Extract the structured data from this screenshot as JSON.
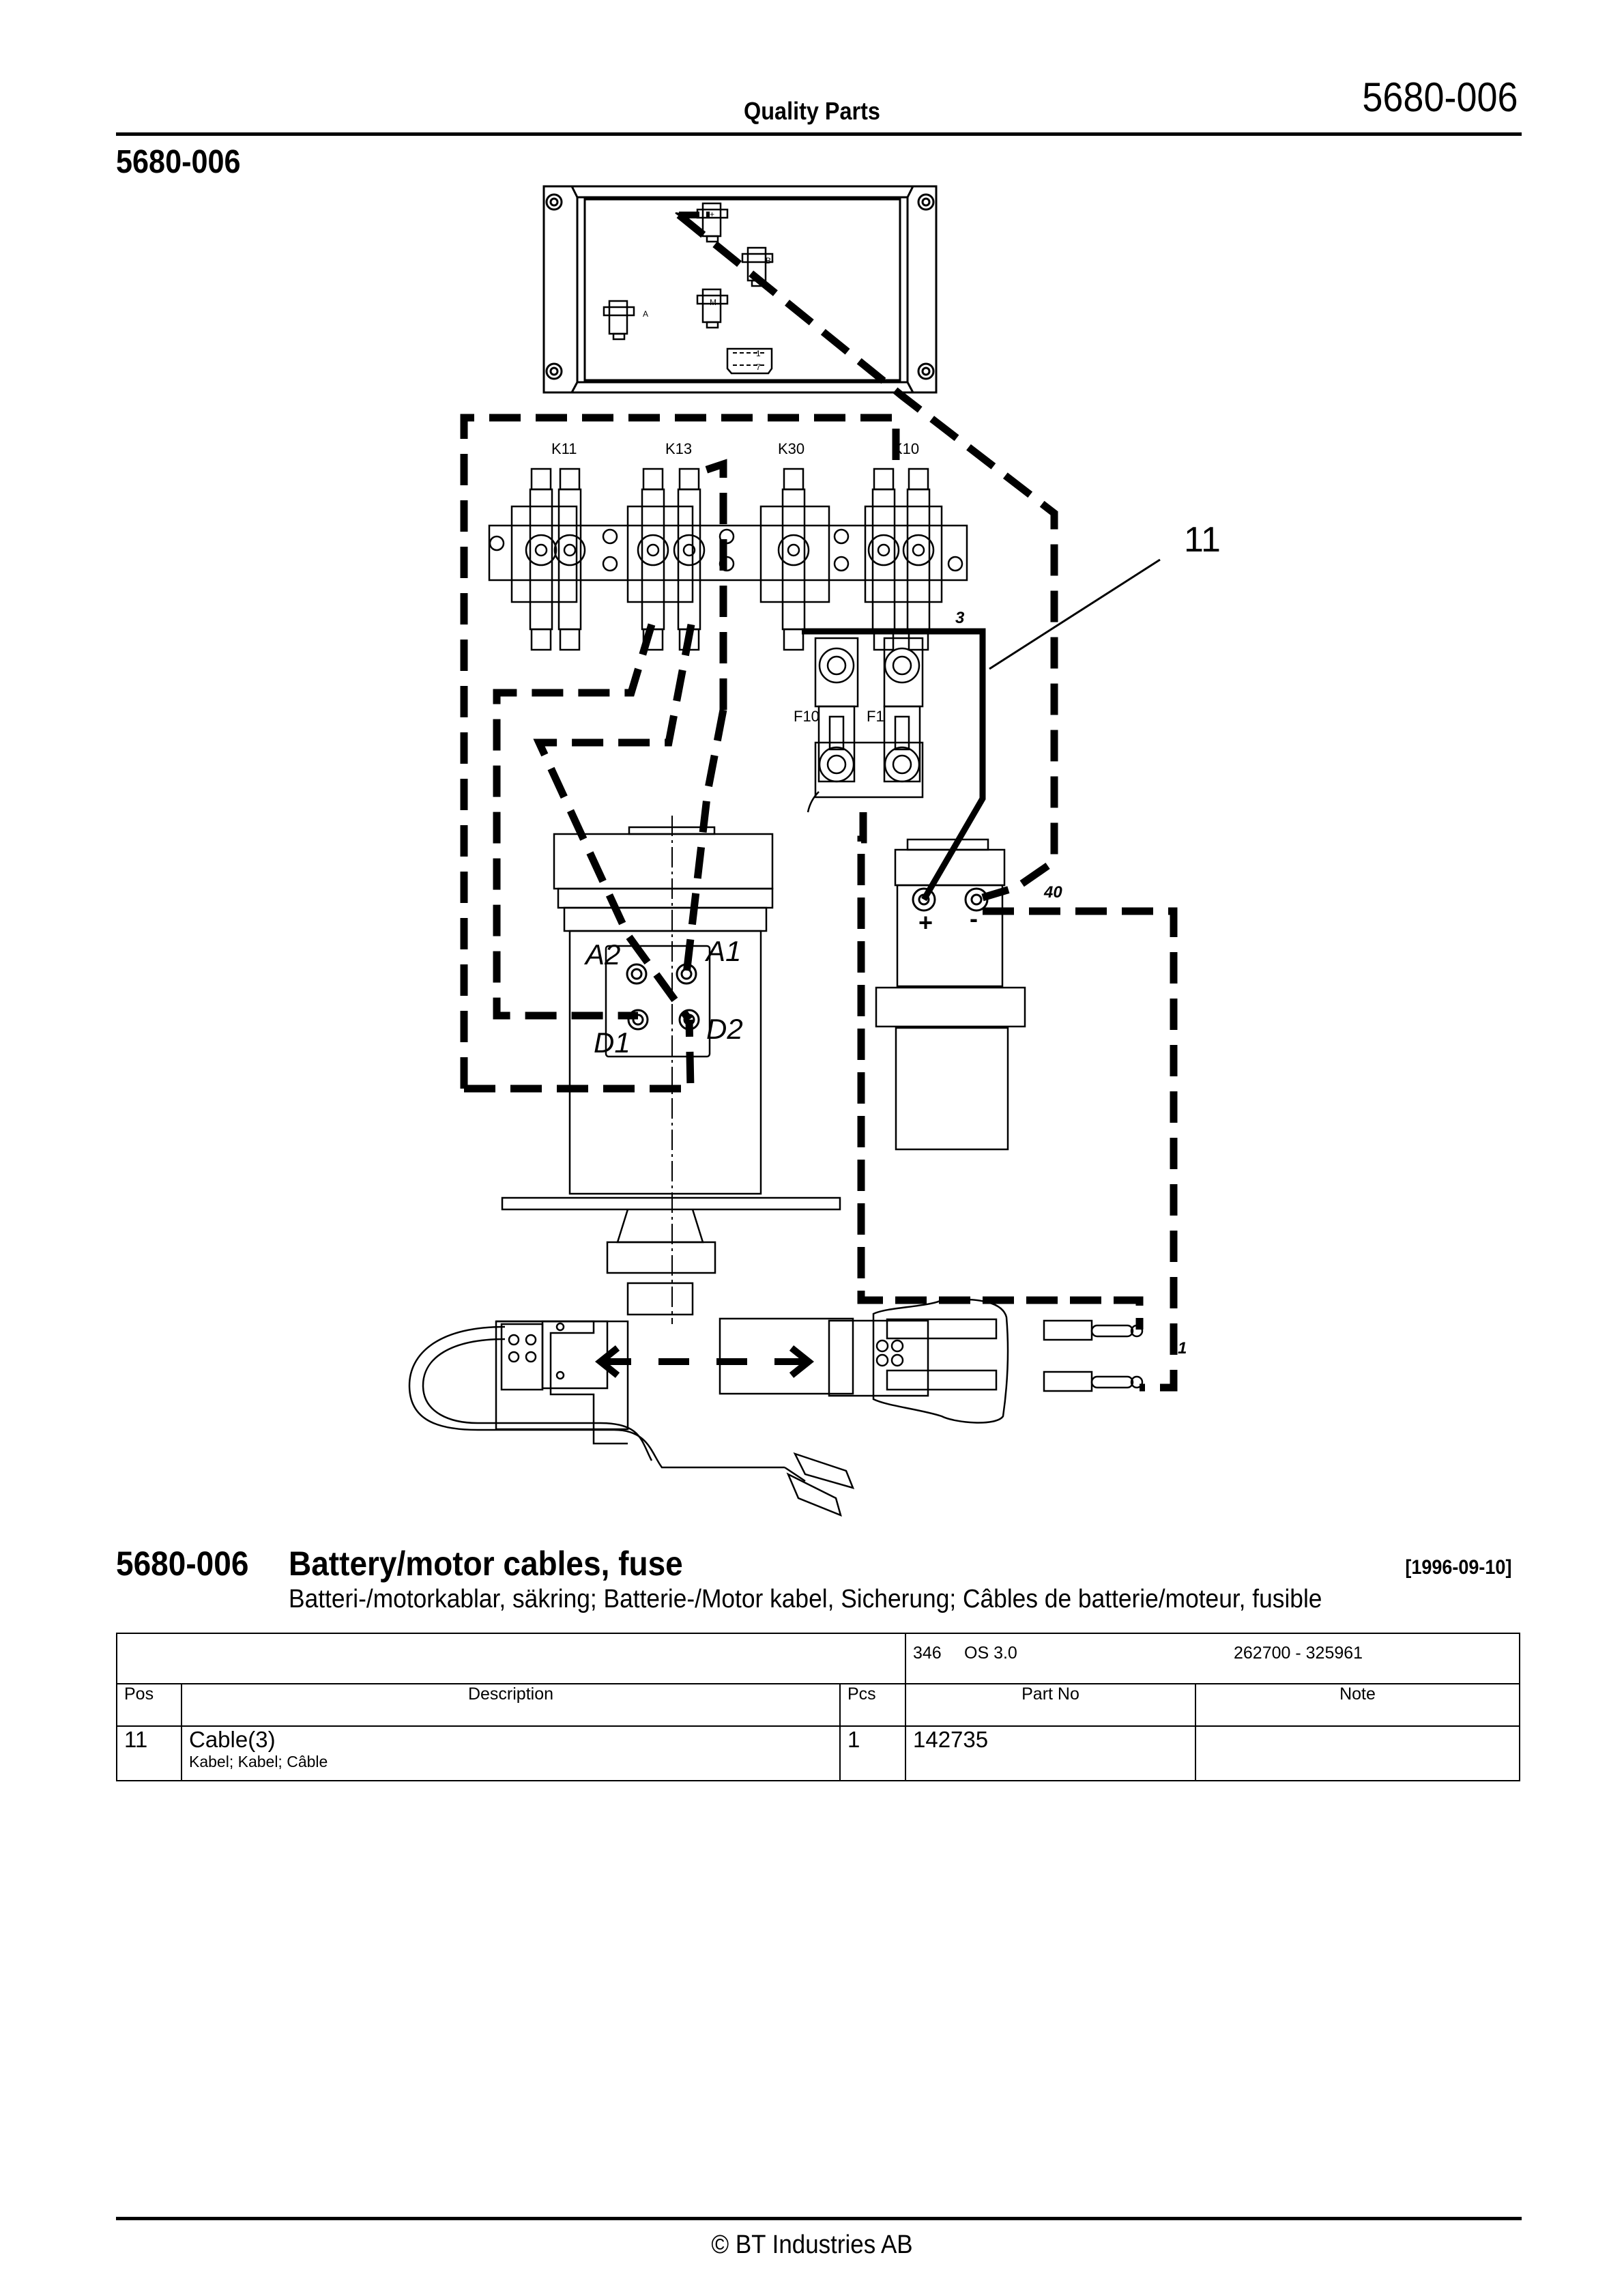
{
  "header": {
    "center_title": "Quality Parts",
    "page_code": "5680-006"
  },
  "page_id": "5680-006",
  "diagram": {
    "contactor_labels": [
      "K11",
      "K13",
      "K30",
      "K10"
    ],
    "fuse_labels": [
      "F10",
      "F1"
    ],
    "motor_terminals": [
      "A2",
      "A1",
      "D1",
      "D2"
    ],
    "battery_terminals": [
      "+",
      "-"
    ],
    "wire_numbers": [
      "3",
      "40",
      "1"
    ],
    "callouts": [
      "11"
    ],
    "controller_terminal_marks": [
      "+",
      "B-",
      "M",
      "A",
      "1",
      "7"
    ]
  },
  "section": {
    "code": "5680-006",
    "title": "Battery/motor cables, fuse",
    "date": "[1996-09-10]",
    "subtitle": "Batteri-/motorkablar, säkring; Batterie-/Motor kabel, Sicherung; Câbles de batterie/moteur, fusible"
  },
  "table": {
    "meta": {
      "model": "346",
      "version": "OS 3.0",
      "serial_range": "262700 - 325961"
    },
    "columns": [
      "Pos",
      "Description",
      "Pcs",
      "Part No",
      "Note"
    ],
    "rows": [
      {
        "pos": "11",
        "description": "Cable(3)",
        "translations": "Kabel; Kabel; Câble",
        "pcs": "1",
        "part_no": "142735",
        "note": ""
      }
    ]
  },
  "footer": {
    "copyright": "© BT Industries AB"
  }
}
